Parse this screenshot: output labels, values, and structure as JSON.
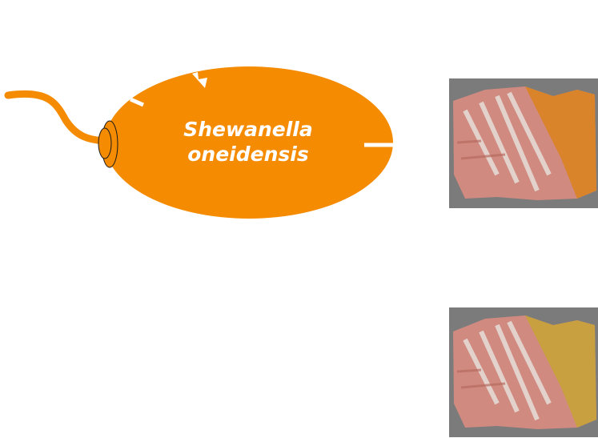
{
  "organism": {
    "name_line1": "Shewanella",
    "name_line2": "oneidensis",
    "cell_color": "#f58b00"
  },
  "minerals": [
    {
      "icon": "mineral-rock-image"
    },
    {
      "icon": "mineral-rock-image"
    }
  ]
}
